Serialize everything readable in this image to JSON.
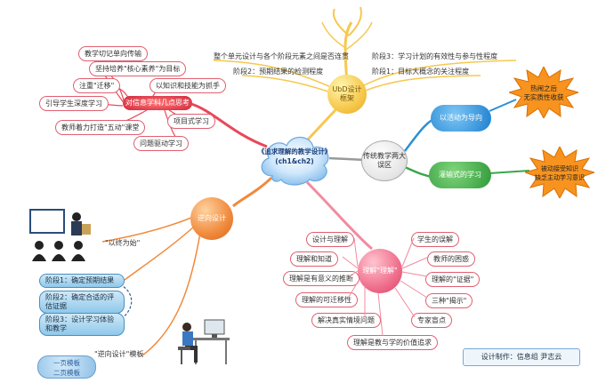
{
  "center": {
    "title": "《追求理解的教学设计》",
    "subtitle": "(ch1&ch2)"
  },
  "ubd": {
    "label_l1": "UbD设计",
    "label_l2": "框架",
    "branches": [
      "整个单元设计与各个阶段元素之间是否连贯",
      "阶段3：学习计划的有效性与参与性程度",
      "阶段2：预期结果的检测程度",
      "阶段1：目标大概念的关注程度"
    ]
  },
  "info_tech": {
    "label": "对信息学科几点思考",
    "items": [
      "教学切记单向传输",
      "坚持培养\"核心素养\"为目标",
      "注重\"迁移\"",
      "以知识和技能为抓手",
      "引导学生深度学习",
      "项目式学习",
      "教师着力打造\"五动\"课堂",
      "问题驱动学习"
    ]
  },
  "misconceptions": {
    "label_l1": "传统教学两大",
    "label_l2": "误区",
    "activity_label": "以活动为导向",
    "activity_note_l1": "热闹之后",
    "activity_note_l2": "无实质性收获",
    "coverage_label": "灌输式的学习",
    "coverage_note_l1": "被动接受知识",
    "coverage_note_l2": "缺乏主动学习意识"
  },
  "backward": {
    "label": "逆向设计",
    "quote": "\"以终为始\"",
    "stages": [
      "阶段1：确定预期结果",
      "阶段2：确定合适的评估证据",
      "阶段3：设计学习体验和教学"
    ],
    "template_label": "\"逆向设计\"模板",
    "templates": [
      "一页模板",
      "二页模板"
    ]
  },
  "understanding": {
    "label": "理解\"理解\"",
    "left_items": [
      "设计与理解",
      "理解和知道",
      "理解是有意义的推断",
      "理解的可迁移性",
      "解决真实情境问题",
      "理解是教与学的价值追求"
    ],
    "right_items": [
      "学生的误解",
      "教师的困惑",
      "理解的\"证据\"",
      "三种\"揭示\"",
      "专家盲点"
    ]
  },
  "credit": "设计制作：信息组  尹志云",
  "colors": {
    "red_line": "#e8485a",
    "orange": "#f08a3c",
    "yellow": "#f6d44c",
    "green": "#3aa64a",
    "blue": "#2c8fd6",
    "pink": "#f28aa0"
  }
}
